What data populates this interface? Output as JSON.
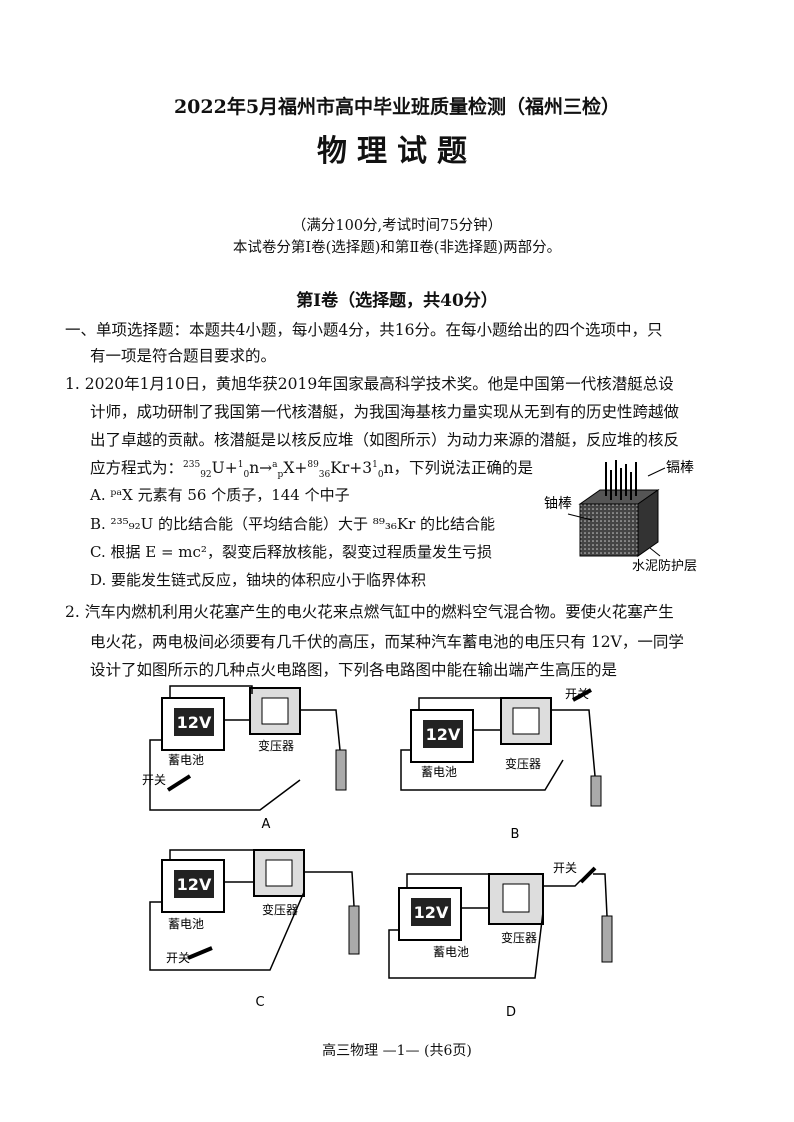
{
  "header": {
    "exam_title": "2022年5月福州市高中毕业班质量检测（福州三检）",
    "subject_title": "物理试题",
    "score_time": "（满分100分,考试时间75分钟）",
    "parts_note": "本试卷分第Ⅰ卷(选择题)和第Ⅱ卷(非选择题)两部分。"
  },
  "section1": {
    "title": "第Ⅰ卷（选择题，共40分）",
    "instruction_1": "一、单项选择题：本题共4小题，每小题4分，共16分。在每小题给出的四个选项中，只",
    "instruction_2": "有一项是符合题目要求的。"
  },
  "q1": {
    "line1": "1. 2020年1月10日，黄旭华获2019年国家最高科学技术奖。他是中国第一代核潜艇总设",
    "line2": "计师，成功研制了我国第一代核潜艇，为我国海基核力量实现从无到有的历史性跨越做",
    "line3": "出了卓越的贡献。核潜艇是以核反应堆（如图所示）为动力来源的潜艇，反应堆的核反",
    "eq_prefix": "应方程式为：",
    "eq_suffix": "，下列说法正确的是",
    "option_a": "A. ᵖᵃX 元素有 56 个质子，144 个中子",
    "option_b": "B. ²³⁵₉₂U 的比结合能（平均结合能）大于 ⁸⁹₃₆Kr 的比结合能",
    "option_c": "C. 根据 E = mc²，裂变后释放核能，裂变过程质量发生亏损",
    "option_d": "D. 要能发生链式反应，铀块的体积应小于临界体积",
    "figure_labels": {
      "rod_cd": "镉棒",
      "rod_u": "铀棒",
      "shield": "水泥防护层"
    }
  },
  "q2": {
    "line1": "2. 汽车内燃机利用火花塞产生的电火花来点燃气缸中的燃料空气混合物。要使火花塞产生",
    "line2": "电火花，两电极间必须要有几千伏的高压，而某种汽车蓄电池的电压只有 12V，一同学",
    "line3": "设计了如图所示的几种点火电路图，下列各电路图中能在输出端产生高压的是",
    "circuits": [
      {
        "letter": "A",
        "battery_voltage": "12V",
        "battery_label": "蓄电池",
        "transformer_label": "变压器",
        "switch_label": "开关"
      },
      {
        "letter": "B",
        "battery_voltage": "12V",
        "battery_label": "蓄电池",
        "transformer_label": "变压器",
        "switch_label": "开关"
      },
      {
        "letter": "C",
        "battery_voltage": "12V",
        "battery_label": "蓄电池",
        "transformer_label": "变压器",
        "switch_label": "开关"
      },
      {
        "letter": "D",
        "battery_voltage": "12V",
        "battery_label": "蓄电池",
        "transformer_label": "变压器",
        "switch_label": "开关"
      }
    ]
  },
  "footer": {
    "page_info": "高三物理 —1— (共6页)"
  }
}
